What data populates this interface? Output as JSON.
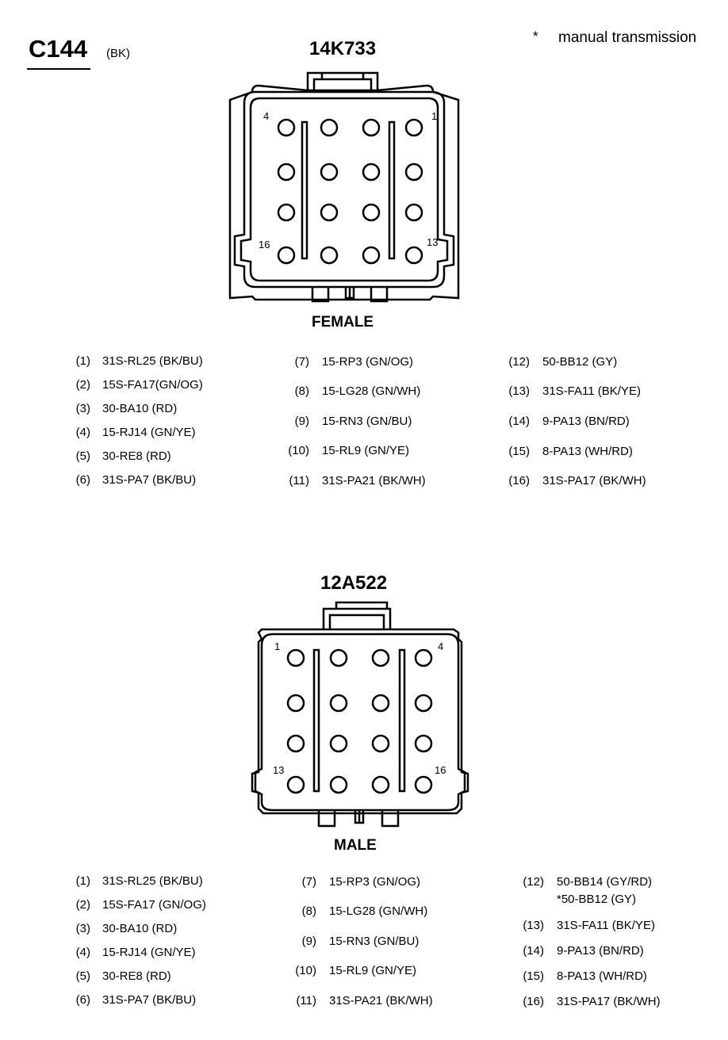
{
  "header": {
    "connector_id": "C144",
    "connector_color": "(BK)",
    "note_marker": "*",
    "note_text": "manual transmission"
  },
  "connectors": [
    {
      "part_number": "14K733",
      "gender": "FEMALE",
      "corner_labels": [
        "4",
        "1",
        "16",
        "13"
      ],
      "pins": [
        {
          "n": "(1)",
          "wire": "31S-RL25 (BK/BU)"
        },
        {
          "n": "(2)",
          "wire": "15S-FA17(GN/OG)"
        },
        {
          "n": "(3)",
          "wire": "30-BA10 (RD)"
        },
        {
          "n": "(4)",
          "wire": "15-RJ14 (GN/YE)"
        },
        {
          "n": "(5)",
          "wire": "30-RE8 (RD)"
        },
        {
          "n": "(6)",
          "wire": "31S-PA7 (BK/BU)"
        },
        {
          "n": "(7)",
          "wire": "15-RP3 (GN/OG)"
        },
        {
          "n": "(8)",
          "wire": "15-LG28 (GN/WH)"
        },
        {
          "n": "(9)",
          "wire": "15-RN3 (GN/BU)"
        },
        {
          "n": "(10)",
          "wire": "15-RL9 (GN/YE)"
        },
        {
          "n": "(11)",
          "wire": "31S-PA21 (BK/WH)"
        },
        {
          "n": "(12)",
          "wire": "50-BB12 (GY)"
        },
        {
          "n": "(13)",
          "wire": "31S-FA11 (BK/YE)"
        },
        {
          "n": "(14)",
          "wire": "9-PA13 (BN/RD)"
        },
        {
          "n": "(15)",
          "wire": "8-PA13 (WH/RD)"
        },
        {
          "n": "(16)",
          "wire": "31S-PA17 (BK/WH)"
        }
      ]
    },
    {
      "part_number": "12A522",
      "gender": "MALE",
      "corner_labels": [
        "1",
        "4",
        "13",
        "16"
      ],
      "pins": [
        {
          "n": "(1)",
          "wire": "31S-RL25 (BK/BU)"
        },
        {
          "n": "(2)",
          "wire": "15S-FA17 (GN/OG)"
        },
        {
          "n": "(3)",
          "wire": "30-BA10 (RD)"
        },
        {
          "n": "(4)",
          "wire": "15-RJ14 (GN/YE)"
        },
        {
          "n": "(5)",
          "wire": "30-RE8 (RD)"
        },
        {
          "n": "(6)",
          "wire": "31S-PA7 (BK/BU)"
        },
        {
          "n": "(7)",
          "wire": "15-RP3 (GN/OG)"
        },
        {
          "n": "(8)",
          "wire": "15-LG28 (GN/WH)"
        },
        {
          "n": "(9)",
          "wire": "15-RN3 (GN/BU)"
        },
        {
          "n": "(10)",
          "wire": "15-RL9 (GN/YE)"
        },
        {
          "n": "(11)",
          "wire": "31S-PA21 (BK/WH)"
        },
        {
          "n": "(12)",
          "wire": "50-BB14 (GY/RD)",
          "alt": "*50-BB12 (GY)"
        },
        {
          "n": "(13)",
          "wire": "31S-FA11 (BK/YE)"
        },
        {
          "n": "(14)",
          "wire": "9-PA13 (BN/RD)"
        },
        {
          "n": "(15)",
          "wire": "8-PA13 (WH/RD)"
        },
        {
          "n": "(16)",
          "wire": "31S-PA17 (BK/WH)"
        }
      ]
    }
  ]
}
